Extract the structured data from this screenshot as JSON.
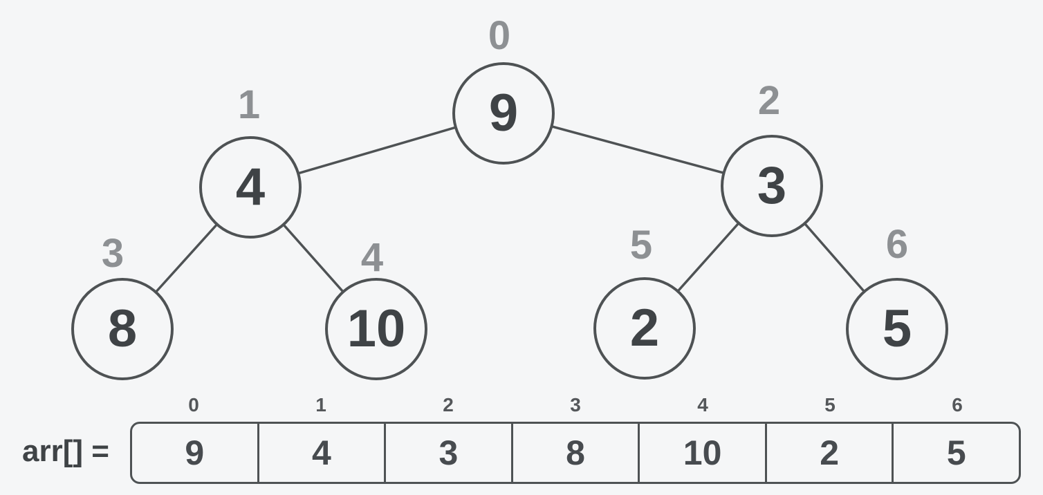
{
  "diagram": {
    "type": "binary-heap-tree",
    "nodes": [
      {
        "index": "0",
        "value": "9"
      },
      {
        "index": "1",
        "value": "4"
      },
      {
        "index": "2",
        "value": "3"
      },
      {
        "index": "3",
        "value": "8"
      },
      {
        "index": "4",
        "value": "10"
      },
      {
        "index": "5",
        "value": "2"
      },
      {
        "index": "6",
        "value": "5"
      }
    ],
    "edges": [
      [
        0,
        1
      ],
      [
        0,
        2
      ],
      [
        1,
        3
      ],
      [
        1,
        4
      ],
      [
        2,
        5
      ],
      [
        2,
        6
      ]
    ]
  },
  "array": {
    "label": "arr[] =",
    "indices": [
      "0",
      "1",
      "2",
      "3",
      "4",
      "5",
      "6"
    ],
    "values": [
      "9",
      "4",
      "3",
      "8",
      "10",
      "2",
      "5"
    ]
  },
  "colors": {
    "background": "#f5f6f7",
    "stroke": "#4e5254",
    "node_text": "#3f4346",
    "tree_index_label": "#8d9093",
    "array_cell_text": "#474b4f",
    "array_index_label": "#54575a"
  }
}
